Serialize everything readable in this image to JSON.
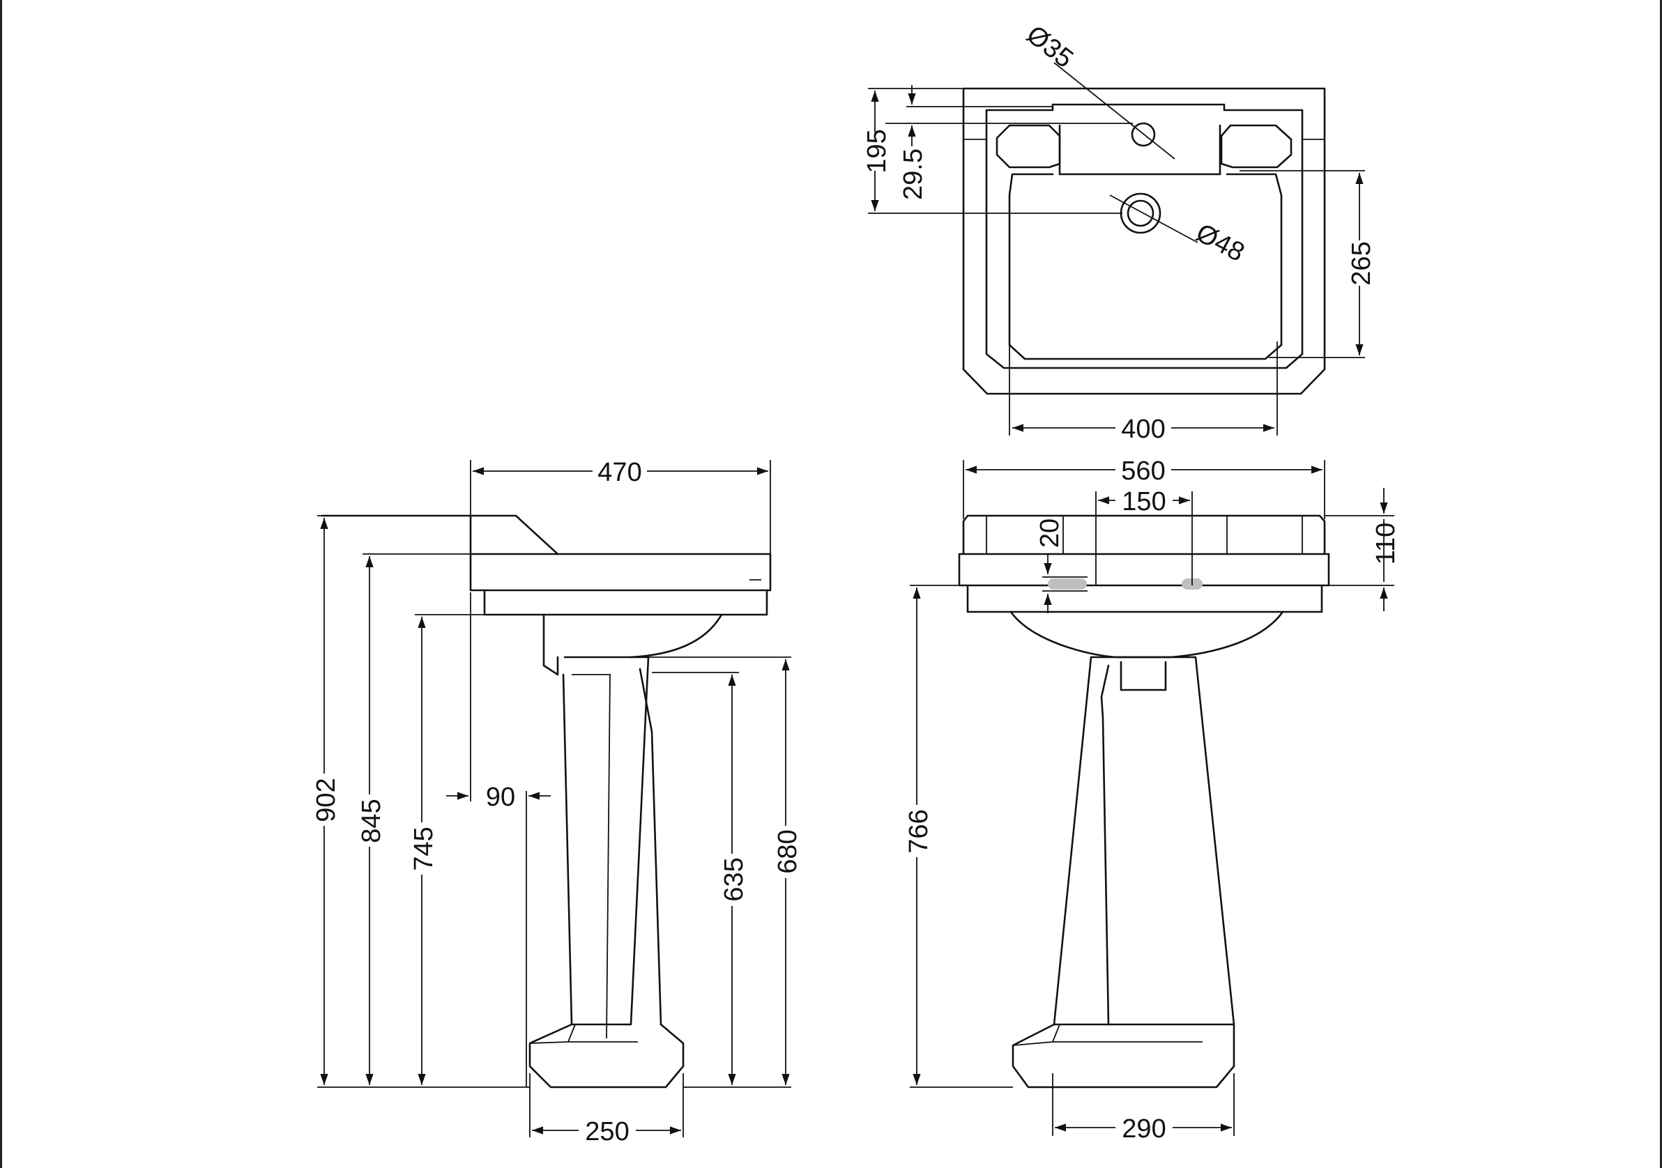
{
  "diagram": {
    "plan_view": {
      "d_tap_hole": "Ø35",
      "d_waste": "Ø48",
      "dim_195": "195",
      "dim_29_5": "29.5",
      "dim_265": "265",
      "dim_400": "400"
    },
    "side_view": {
      "dim_470": "470",
      "dim_902": "902",
      "dim_845": "845",
      "dim_745": "745",
      "dim_90": "90",
      "dim_635": "635",
      "dim_680": "680",
      "dim_250": "250"
    },
    "front_view": {
      "dim_560": "560",
      "dim_150": "150",
      "dim_20": "20",
      "dim_110": "110",
      "dim_766": "766",
      "dim_290": "290"
    }
  }
}
